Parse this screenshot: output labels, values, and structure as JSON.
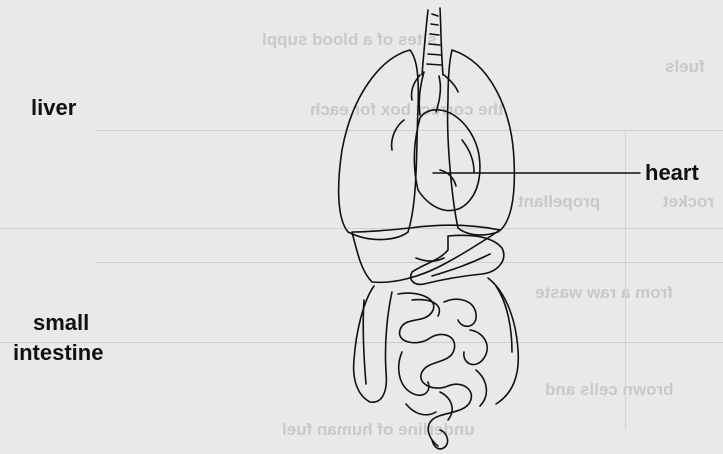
{
  "labels": {
    "liver": "liver",
    "heart": "heart",
    "small_intestine_line1": "small",
    "small_intestine_line2": "intestine"
  },
  "bleed_through": [
    "sites of a blood suppl",
    "fuels",
    "the correct box for each",
    "propellant",
    "rocket",
    "from a raw waste",
    "brown cells and",
    "underline of human fuel"
  ],
  "colors": {
    "paper": "#e9e9e7",
    "ink": "#111111",
    "ghost_text": "#c9c9c7"
  }
}
